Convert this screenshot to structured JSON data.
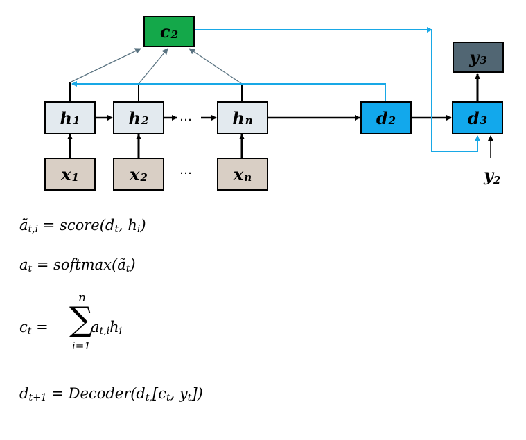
{
  "nodes": {
    "c2": {
      "base": "c",
      "sub": "2"
    },
    "y3": {
      "base": "y",
      "sub": "3"
    },
    "h1": {
      "base": "h",
      "sub": "1"
    },
    "h2": {
      "base": "h",
      "sub": "2"
    },
    "hn": {
      "base": "h",
      "sub": "n"
    },
    "d2": {
      "base": "d",
      "sub": "2"
    },
    "d3": {
      "base": "d",
      "sub": "3"
    },
    "x1": {
      "base": "x",
      "sub": "1"
    },
    "x2": {
      "base": "x",
      "sub": "2"
    },
    "xn": {
      "base": "x",
      "sub": "n"
    }
  },
  "input_label": {
    "base": "y",
    "sub": "2"
  },
  "ellipsis": "…",
  "equations": {
    "eq1": {
      "lhs": "ã",
      "lhs_sub": "t,i",
      "rhs": " = score(d",
      "rhs_sub1": "t",
      "mid": ", h",
      "rhs_sub2": "i",
      "end": ")"
    },
    "eq2": {
      "lhs": "a",
      "lhs_sub": "t",
      "rhs": " = softmax(ã",
      "rhs_sub": "t",
      "end": ")"
    },
    "eq3": {
      "lhs": "c",
      "lhs_sub": "t",
      "eq": " =",
      "sum_top": "n",
      "sum_symbol": "∑",
      "sum_bottom": "i=1",
      "term": "a",
      "term_sub": "t,i",
      "term2": "h",
      "term2_sub": "i"
    },
    "eq4": {
      "lhs": "d",
      "lhs_sub": "t+1",
      "rhs": " = Decoder(d",
      "rhs_sub1": "t,",
      "mid": "[c",
      "rhs_sub2": "t",
      "mid2": ", y",
      "rhs_sub3": "t",
      "end": "])"
    }
  },
  "colors": {
    "h": "#e3eaef",
    "x": "#d9cfc5",
    "c": "#14a84a",
    "d": "#12a8ec",
    "y": "#516673",
    "attention_line": "#5a7381",
    "context_line": "#18a8e6"
  }
}
